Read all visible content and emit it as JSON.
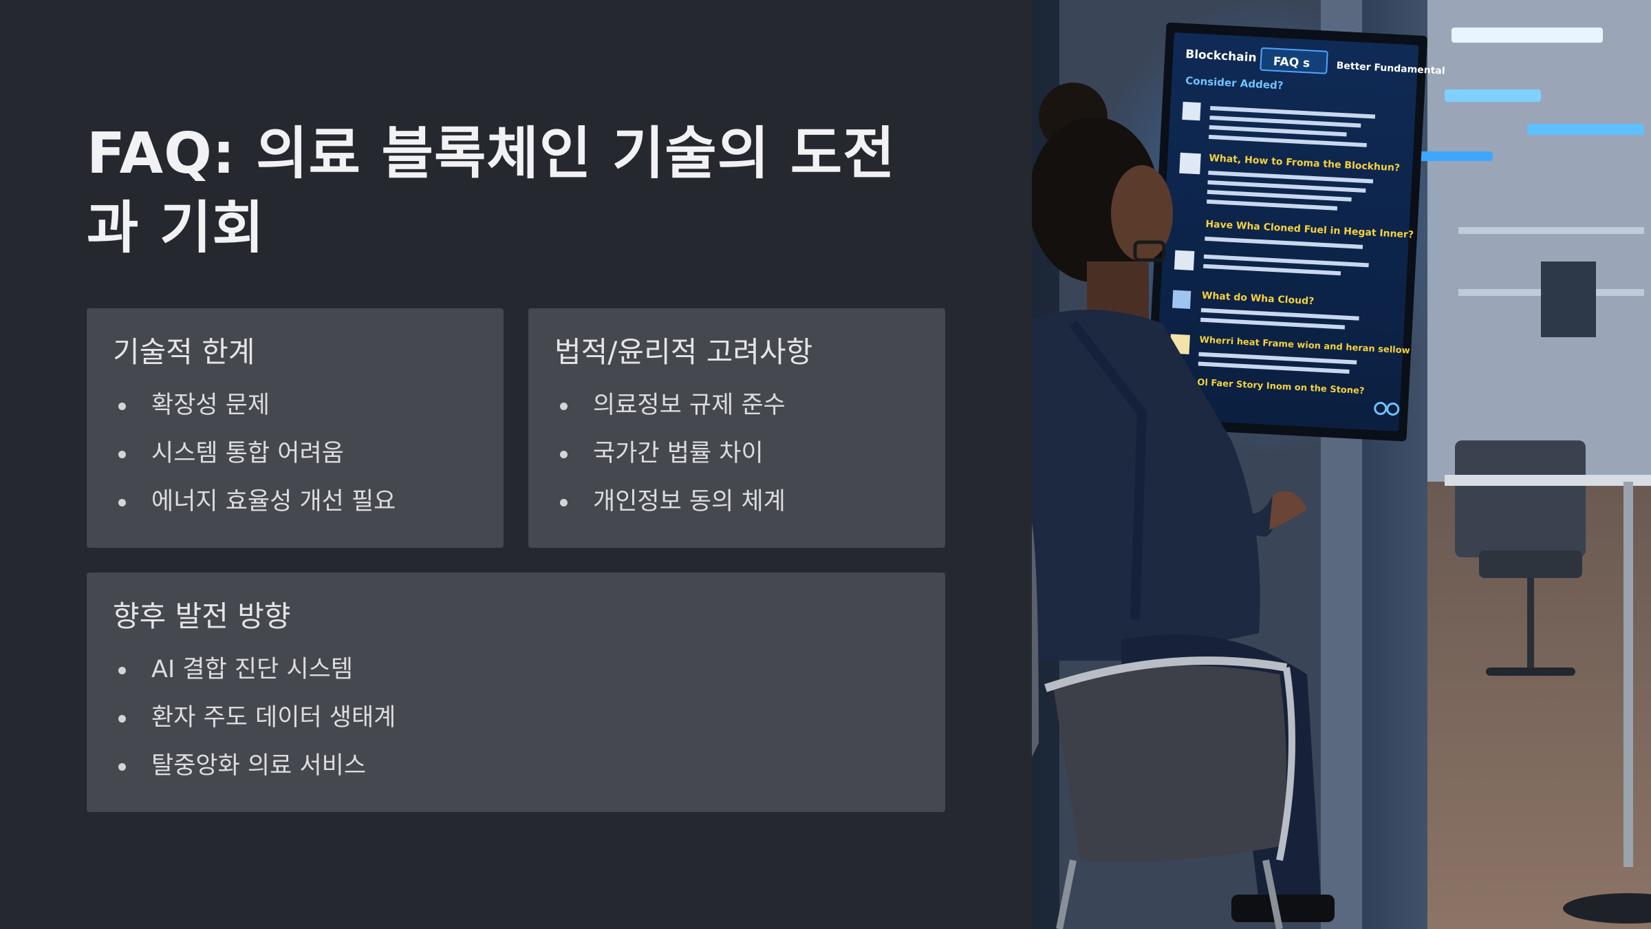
{
  "slide": {
    "title": "FAQ: 의료 블록체인 기술의 도전과 기회"
  },
  "cards": [
    {
      "heading": "기술적 한계",
      "items": [
        "확장성 문제",
        "시스템 통합 어려움",
        "에너지 효율성 개선 필요"
      ]
    },
    {
      "heading": "법적/윤리적 고려사항",
      "items": [
        "의료정보 규제 준수",
        "국가간 법률 차이",
        "개인정보 동의 체계"
      ]
    },
    {
      "heading": "향후 발전 방향",
      "items": [
        "AI 결합 진단 시스템",
        "환자 주도 데이터 생태계",
        "탈중앙화 의료 서비스"
      ]
    }
  ],
  "photo": {
    "screen_tabs": [
      "Blockchain",
      "FAQ s",
      "Better Fundamental"
    ],
    "screen_header": "Consider Added?",
    "screen_rows": [
      "What, How to Froma the Blockhun?",
      "Have Wha Cloned Fuel in Hegat Inner?",
      "What do Wha Cloud?",
      "Wherri heat Frame wion and heran sellow",
      "Ol Faer Story Inom on the Stone?"
    ]
  },
  "colors": {
    "background": "#262830",
    "card": "#464850",
    "title": "#f2f2f4",
    "screen_glow": "#2e7fd8"
  }
}
